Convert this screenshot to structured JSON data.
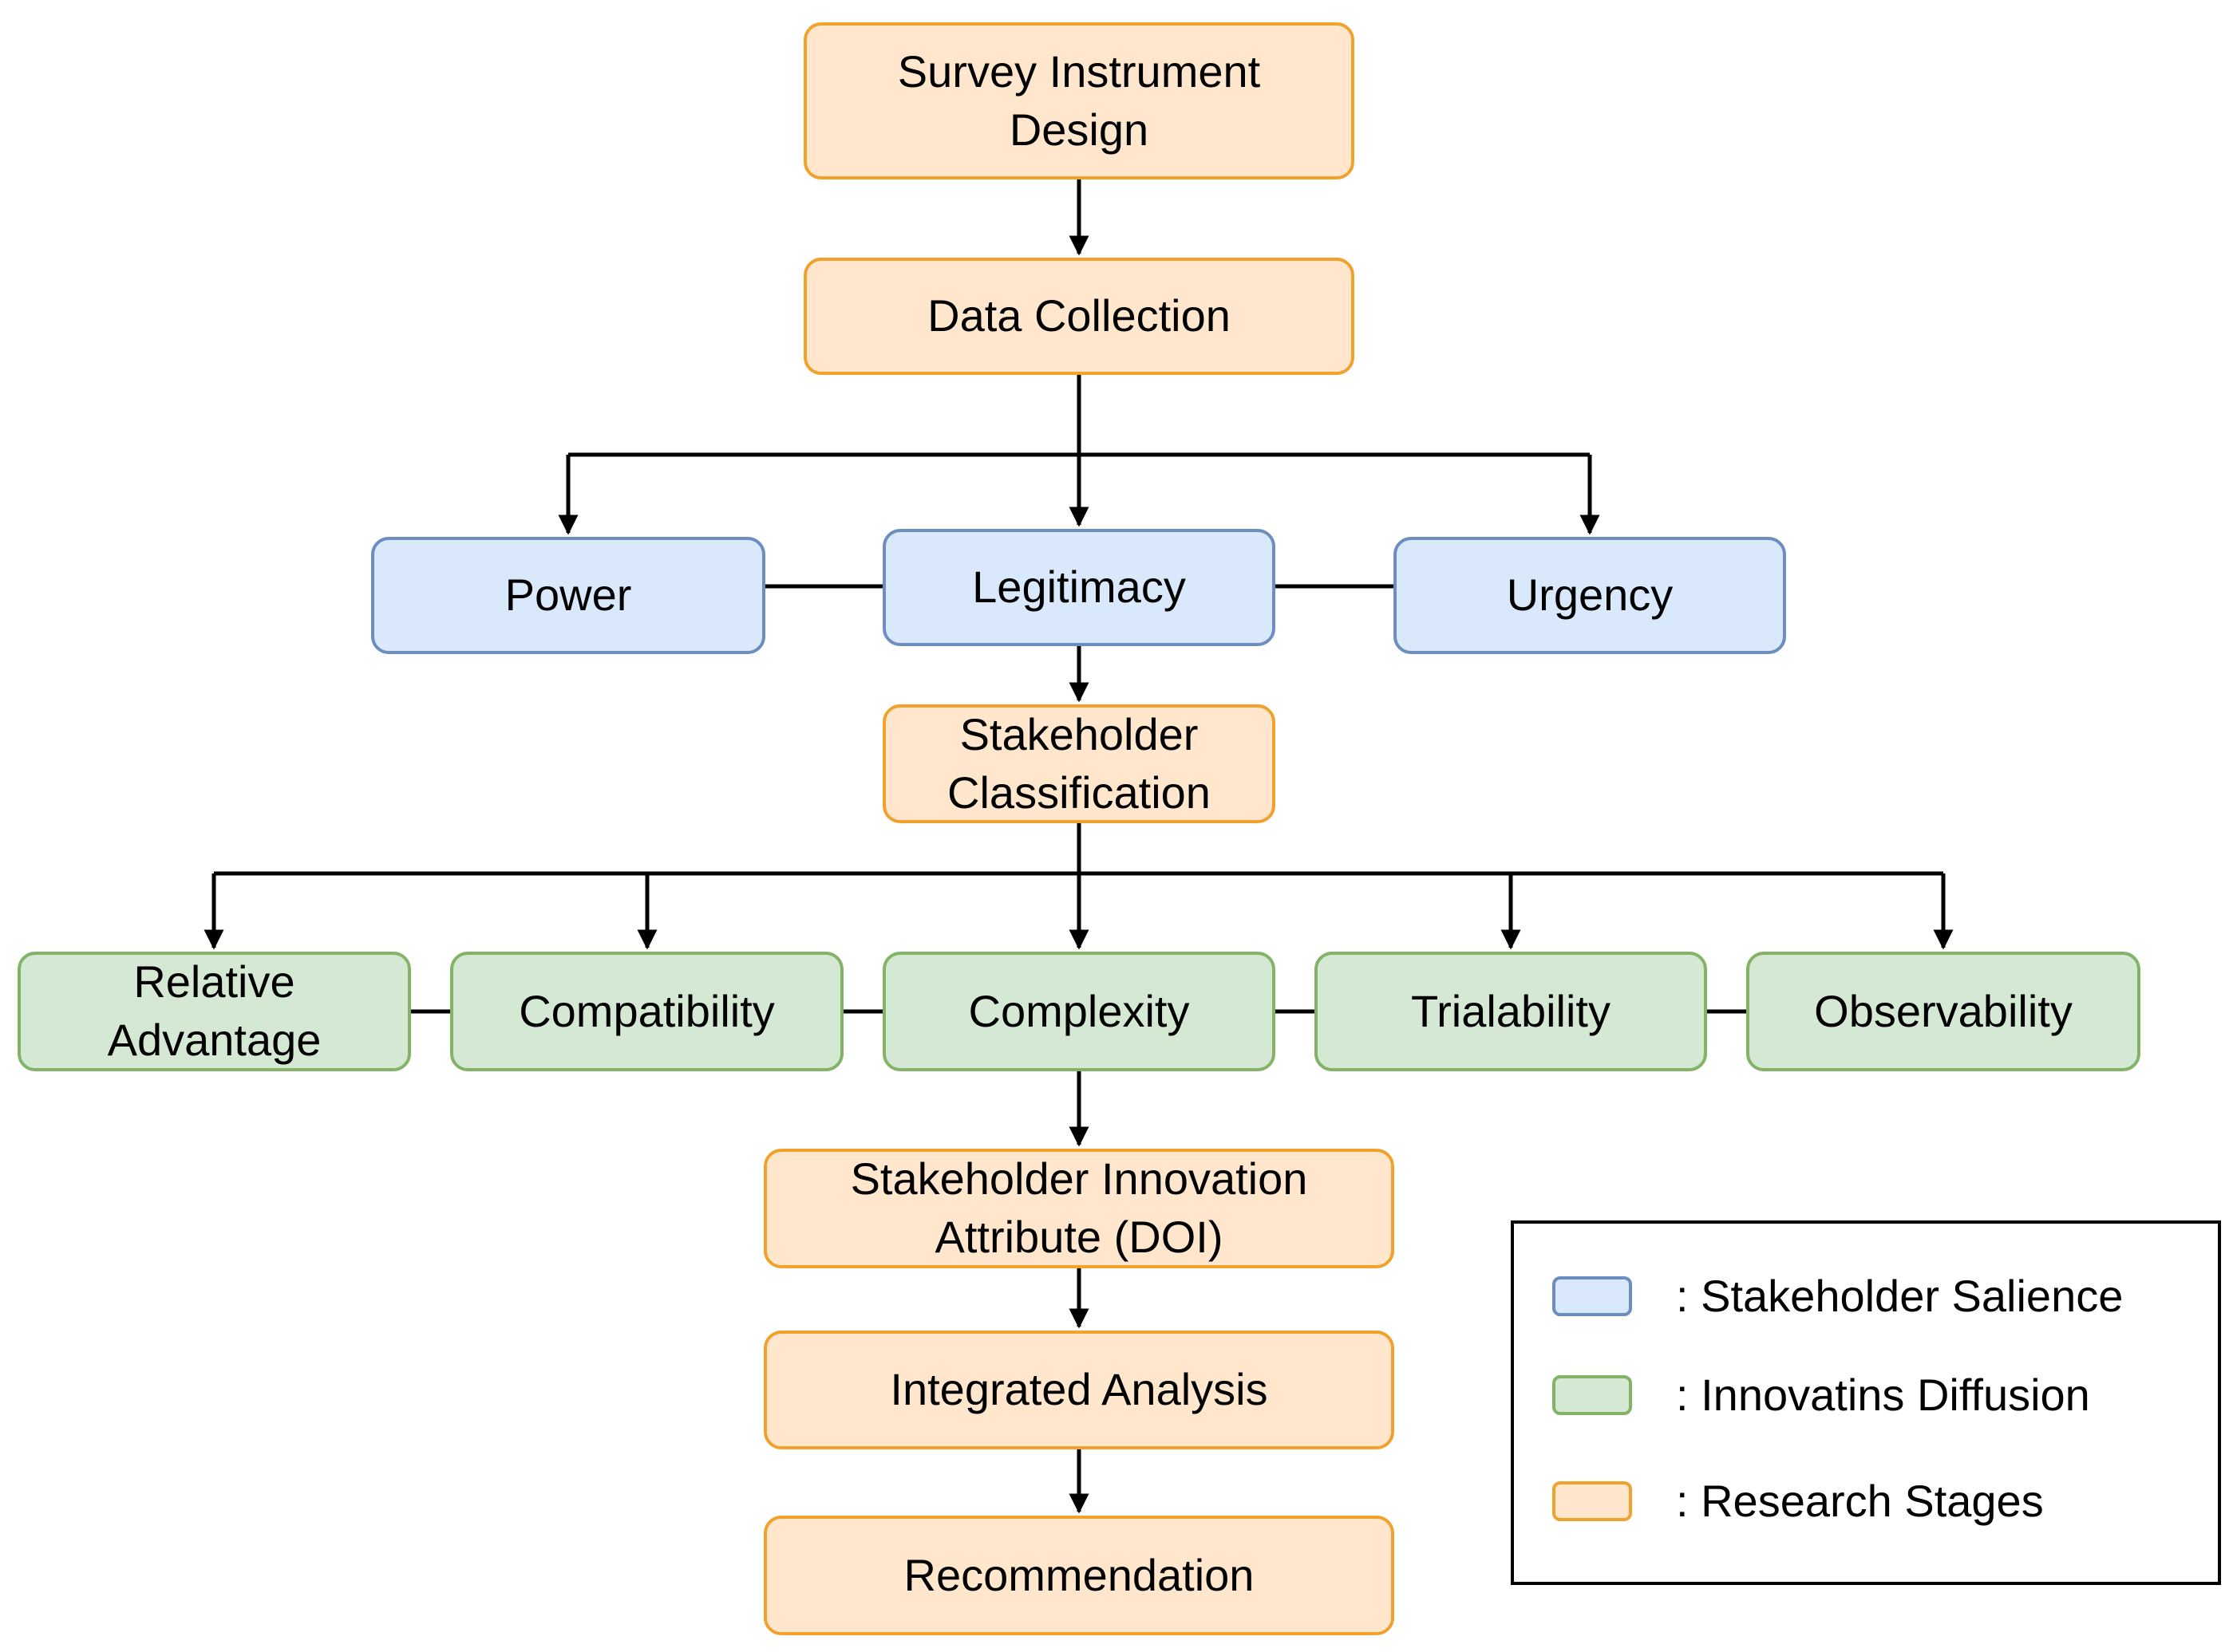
{
  "colors": {
    "research_fill": "#FFE6CC",
    "research_stroke": "#F0A22D",
    "salience_fill": "#DAE8FC",
    "salience_stroke": "#6C8EBF",
    "diffusion_fill": "#D5E8D4",
    "diffusion_stroke": "#82B366",
    "line": "#000000"
  },
  "nodes": {
    "survey": "Survey Instrument\nDesign",
    "data_collection": "Data Collection",
    "power": "Power",
    "legitimacy": "Legitimacy",
    "urgency": "Urgency",
    "stakeholder_classification": "Stakeholder\nClassification",
    "relative_advantage": "Relative\nAdvantage",
    "compatibility": "Compatibility",
    "complexity": "Complexity",
    "trialability": "Trialability",
    "observability": "Observability",
    "stakeholder_innovation": "Stakeholder Innovation\nAttribute (DOI)",
    "integrated_analysis": "Integrated Analysis",
    "recommendation": "Recommendation"
  },
  "legend": {
    "salience": ": Stakeholder Salience",
    "diffusion": ": Innovatins Diffusion",
    "research": ": Research Stages"
  }
}
